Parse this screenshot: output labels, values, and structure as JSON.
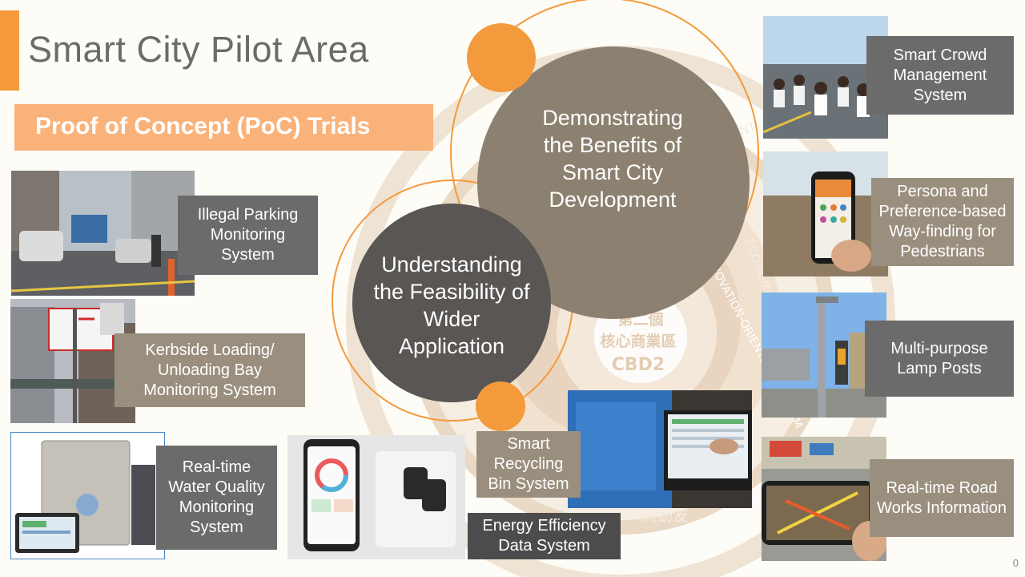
{
  "slide": {
    "title": "Smart City Pilot Area",
    "subtitle": "Proof of Concept (PoC) Trials",
    "page_number": "0"
  },
  "center": {
    "big_circle": "Demonstrating the Benefits of Smart City Development",
    "small_circle": "Understanding the Feasibility of Wider Application",
    "emblem_chinese_line1": "第二個",
    "emblem_chinese_line2": "核心商業區",
    "emblem_code": "CBD2",
    "watermark_right": "INNOVATION-ORIENTED PLATFORM",
    "watermark_arc": "ECONOMIC VIBRANCY",
    "watermark_env": "ENVIRONMENT",
    "watermark_bottom": "流動友"
  },
  "trials": [
    {
      "id": "illegal-parking",
      "label": "Illegal Parking Monitoring System"
    },
    {
      "id": "kerbside",
      "label": "Kerbside Loading/ Unloading Bay Monitoring System"
    },
    {
      "id": "water-quality",
      "label": "Real-time Water Quality Monitoring System"
    },
    {
      "id": "energy",
      "label": "Energy Efficiency Data System"
    },
    {
      "id": "recycling",
      "label": "Smart Recycling Bin System"
    },
    {
      "id": "crowd",
      "label": "Smart Crowd Management System"
    },
    {
      "id": "wayfinding",
      "label": "Persona and Preference-based Way-finding for Pedestrians"
    },
    {
      "id": "lamp-posts",
      "label": "Multi-purpose Lamp Posts"
    },
    {
      "id": "road-works",
      "label": "Real-time Road Works Information"
    }
  ],
  "colors": {
    "accent": "#f59a3c",
    "banner": "#f9b27a",
    "circle_big": "#8c8170",
    "circle_small": "#595654",
    "label_dark": "#6b6b6b",
    "label_tan": "#9a8f7e"
  }
}
